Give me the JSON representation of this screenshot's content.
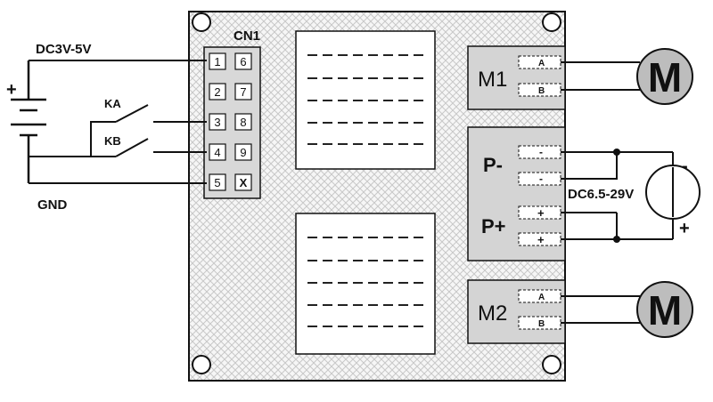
{
  "supply": {
    "label": "DC3V-5V",
    "plus": "+",
    "gnd": "GND"
  },
  "switches": {
    "ka": "KA",
    "kb": "KB"
  },
  "connector": {
    "name": "CN1",
    "pins": [
      [
        "1",
        "6"
      ],
      [
        "2",
        "7"
      ],
      [
        "3",
        "8"
      ],
      [
        "4",
        "9"
      ],
      [
        "5",
        "X"
      ]
    ]
  },
  "motor1": {
    "label": "M1",
    "term_a": "A",
    "term_b": "B",
    "symbol": "M"
  },
  "motor2": {
    "label": "M2",
    "term_a": "A",
    "term_b": "B",
    "symbol": "M"
  },
  "power": {
    "neg_label": "P-",
    "pos_label": "P+",
    "neg_term": "-",
    "pos_term": "+",
    "source_label": "DC6.5-29V",
    "source_minus": "-",
    "source_plus": "+"
  },
  "colors": {
    "board": "#ffffff",
    "hatch": "#c8c8c8",
    "block": "#d4d4d4",
    "motor": "#bdbdbd",
    "line": "#111111"
  }
}
